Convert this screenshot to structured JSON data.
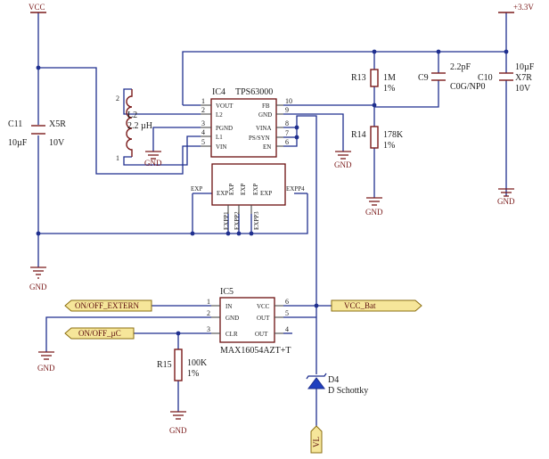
{
  "power": {
    "vcc": "VCC",
    "v3v3": "+3.3V"
  },
  "gnd_label": "GND",
  "ic4": {
    "designator": "IC4",
    "part": "TPS63000",
    "left_pins": [
      {
        "num": "1",
        "name": "VOUT"
      },
      {
        "num": "2",
        "name": "L2"
      },
      {
        "num": "3",
        "name": "PGND"
      },
      {
        "num": "4",
        "name": "L1"
      },
      {
        "num": "5",
        "name": "VIN"
      }
    ],
    "right_pins": [
      {
        "num": "10",
        "name": "FB"
      },
      {
        "num": "9",
        "name": "GND"
      },
      {
        "num": "8",
        "name": "VINA"
      },
      {
        "num": "7",
        "name": "PS/SYN"
      },
      {
        "num": "6",
        "name": "EN"
      }
    ],
    "exp_labels": [
      "EXP",
      "EXP",
      "EXP",
      "EXP",
      "EXP"
    ],
    "exp_pins": [
      "EXP",
      "EXPP1",
      "EXPP2",
      "EXPP3",
      "EXPP4"
    ]
  },
  "l2": {
    "designator": "L2",
    "value": "2.2 µH",
    "pin1": "1",
    "pin2": "2"
  },
  "c11": {
    "designator": "C11",
    "dielectric": "X5R",
    "value": "10µF",
    "voltage": "10V"
  },
  "r13": {
    "designator": "R13",
    "value": "1M",
    "tol": "1%"
  },
  "r14": {
    "designator": "R14",
    "value": "178K",
    "tol": "1%"
  },
  "c9": {
    "designator": "C9",
    "value": "2.2pF",
    "dielectric": "C0G/NP0"
  },
  "c10": {
    "designator": "C10",
    "value": "10µF",
    "dielectric": "X7R",
    "voltage": "10V"
  },
  "ic5": {
    "designator": "IC5",
    "part": "MAX16054AZT+T",
    "left_pins": [
      {
        "num": "1",
        "name": "IN"
      },
      {
        "num": "2",
        "name": "GND"
      },
      {
        "num": "3",
        "name": "CLR"
      }
    ],
    "right_pins": [
      {
        "num": "6",
        "name": "VCC"
      },
      {
        "num": "5",
        "name": "OUT"
      },
      {
        "num": "4",
        "name": "OUT"
      }
    ]
  },
  "r15": {
    "designator": "R15",
    "value": "100K",
    "tol": "1%"
  },
  "d4": {
    "designator": "D4",
    "value": "D Schottky"
  },
  "ports": {
    "on_off_extern": "ON/OFF_EXTERN",
    "on_off_uc": "ON/OFF_µC",
    "vcc_bat": "VCC_Bat",
    "vl": "VL"
  }
}
